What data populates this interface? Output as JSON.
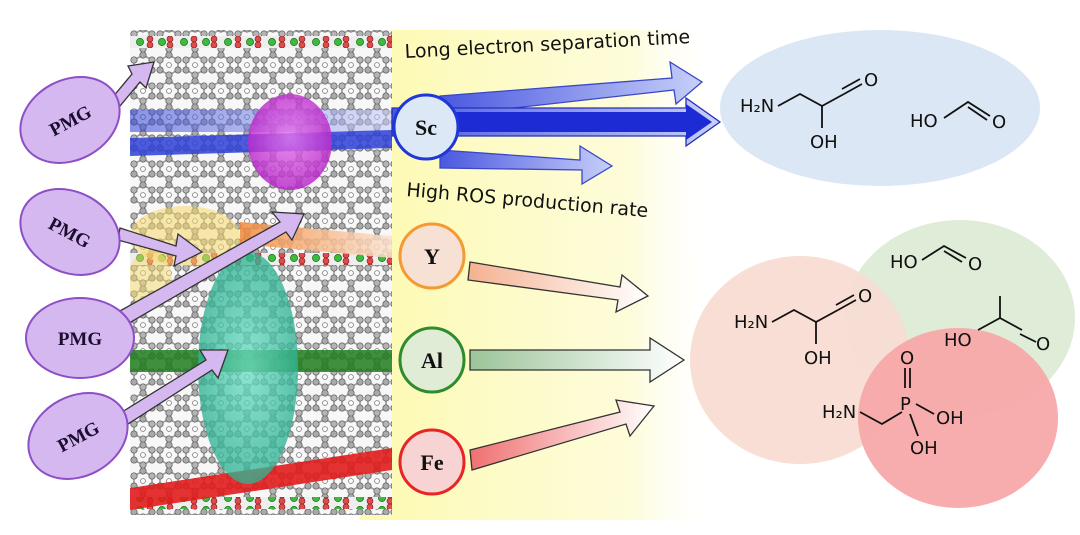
{
  "pmg_label": "PMG",
  "metals": [
    {
      "key": "sc",
      "label": "Sc",
      "fill": "#dde8f6",
      "stroke": "#1f36d8"
    },
    {
      "key": "y",
      "label": "Y",
      "fill": "#f7e1d4",
      "stroke": "#f39a32"
    },
    {
      "key": "al",
      "label": "Al",
      "fill": "#e1ecd7",
      "stroke": "#2e8b2e"
    },
    {
      "key": "fe",
      "label": "Fe",
      "fill": "#f8d3d3",
      "stroke": "#e82424"
    }
  ],
  "captions": {
    "top": "Long electron separation time",
    "middle": "High ROS production rate"
  },
  "molecule_labels": {
    "glycine_amine": "H₂N",
    "glycine_oxo": "O",
    "glycine_hydroxyl": "OH",
    "formic_hydroxyl": "HO",
    "formic_oxo": "O",
    "acetic_hydroxyl": "HO",
    "acetic_oxo": "O",
    "ampa_amine": "H₂N",
    "ampa_phosphorus": "P",
    "ampa_oxo": "O",
    "ampa_hydroxyl_1": "OH",
    "ampa_hydroxyl_2": "OH"
  },
  "colors": {
    "product_blue": "#dbe7f4",
    "product_green": "#dfecd7",
    "product_peach": "#f8ddd3",
    "product_red": "#f6a6a6",
    "pmg_fill": "#d5b8f0",
    "pmg_stroke": "#8e4ec6",
    "highlight": "#fdfab8"
  }
}
